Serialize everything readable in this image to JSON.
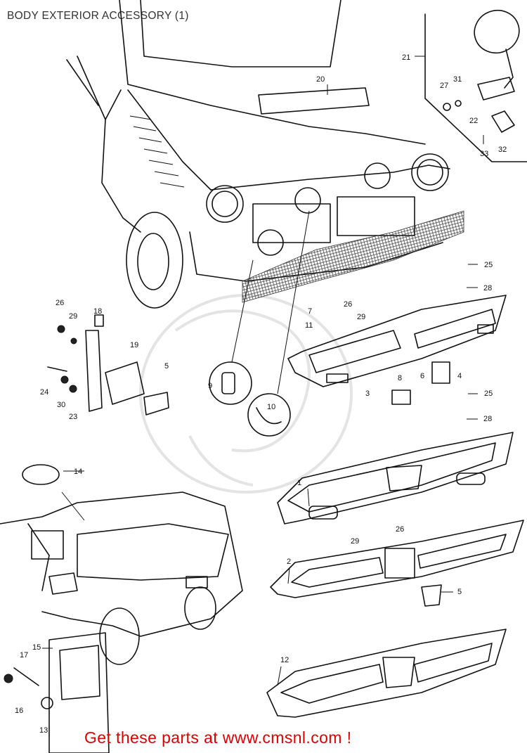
{
  "title": "BODY EXTERIOR ACCESSORY (1)",
  "footer": "Get these parts at www.cmsnl.com !",
  "callouts": [
    "1",
    "2",
    "3",
    "4",
    "5",
    "5",
    "6",
    "7",
    "8",
    "9",
    "10",
    "11",
    "12",
    "13",
    "14",
    "15",
    "16",
    "17",
    "18",
    "19",
    "20",
    "21",
    "22",
    "23",
    "24",
    "25",
    "25",
    "26",
    "26",
    "26",
    "27",
    "28",
    "28",
    "29",
    "29",
    "29",
    "30",
    "31",
    "32",
    "33"
  ]
}
